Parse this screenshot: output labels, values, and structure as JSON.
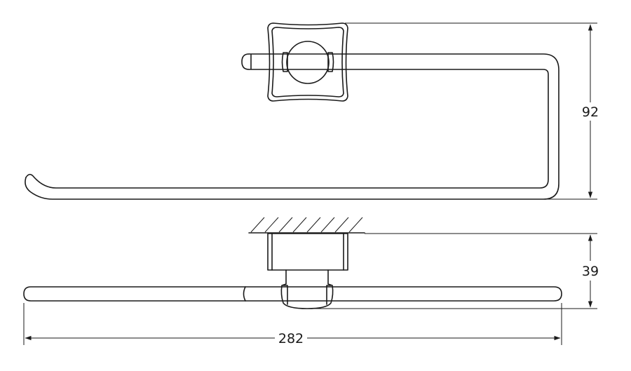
{
  "drawing": {
    "dimensions": {
      "height": "92",
      "depth": "39",
      "width": "282"
    }
  }
}
